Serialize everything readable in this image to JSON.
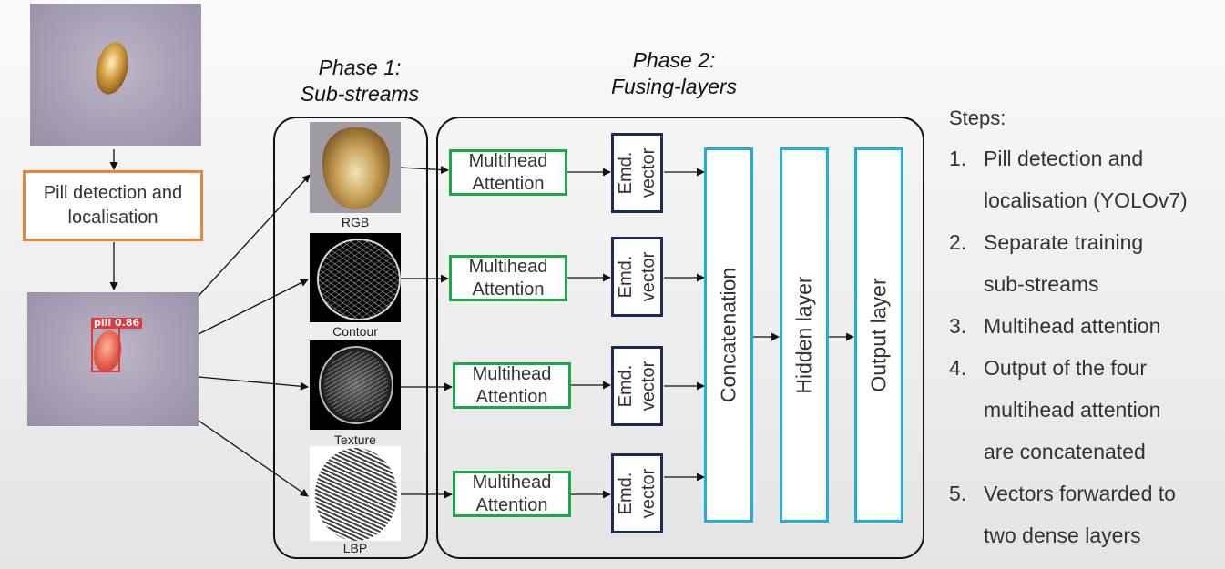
{
  "diagram": {
    "detection_box": "Pill detection and\nlocalisation",
    "detection_label": "pill  0.86",
    "phase1_title": "Phase 1:\nSub-streams",
    "phase2_title": "Phase 2:\nFusing-layers",
    "substreams": [
      {
        "caption": "RGB"
      },
      {
        "caption": "Contour"
      },
      {
        "caption": "Texture"
      },
      {
        "caption": "LBP"
      }
    ],
    "attention_label": "Multihead\nAttention",
    "embedding_label": "Emd.\nvector",
    "concat_label": "Concatenation",
    "hidden_label": "Hidden layer",
    "output_label": "Output layer"
  },
  "steps": {
    "title": "Steps:",
    "items": [
      {
        "num": "1.",
        "text": "Pill detection and\nlocalisation (YOLOv7)"
      },
      {
        "num": "2.",
        "text": "Separate training\nsub-streams"
      },
      {
        "num": "3.",
        "text": "Multihead attention"
      },
      {
        "num": "4.",
        "text": "Output of the four\nmultihead attention\nare concatenated"
      },
      {
        "num": "5.",
        "text": "Vectors forwarded to\ntwo dense layers"
      }
    ]
  },
  "colors": {
    "detection_border": "#e8873a",
    "attention_border": "#1ba84a",
    "embedding_border": "#1c2a55",
    "dense_border": "#20aee0"
  }
}
